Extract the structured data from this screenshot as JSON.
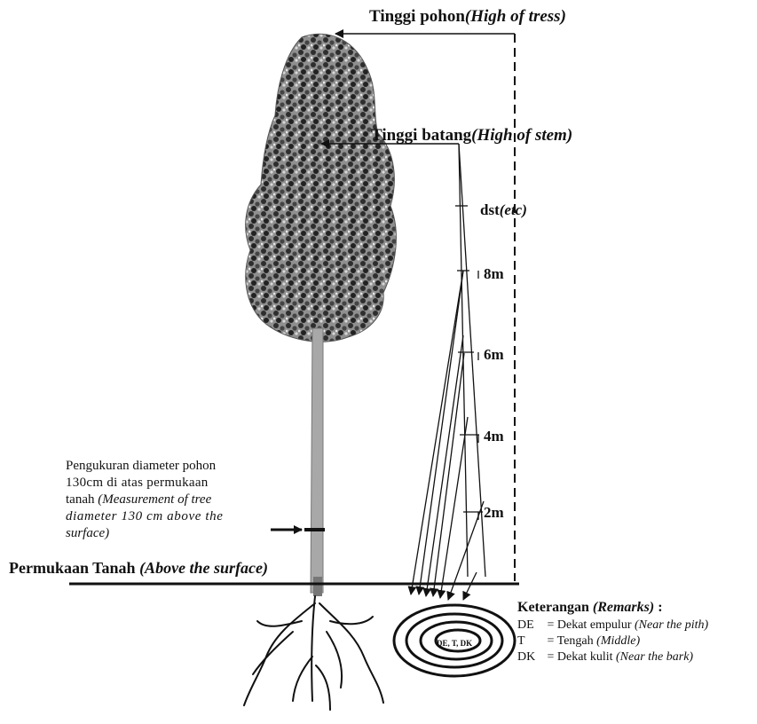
{
  "labels": {
    "tree_height": {
      "main": "Tinggi pohon",
      "en": "(High of  tress)"
    },
    "stem_height": {
      "main": "Tinggi batang",
      "en": "(High of stem)"
    },
    "etc": {
      "main": "dst",
      "en": "(etc)"
    },
    "marks": [
      "8m",
      "6m",
      "4m",
      "2m"
    ],
    "ground": {
      "main": "Permukaan Tanah ",
      "en": "(Above the surface)"
    },
    "measurement": {
      "line1": "Pengukuran diameter pohon",
      "line2": "130cm di atas permukaan",
      "line3_main": "tanah ",
      "line3_en": "(Measurement of tree",
      "line4": "diameter 130 cm above the",
      "line5": "surface)"
    },
    "ring_label": "DE, T, DK"
  },
  "remarks": {
    "title": "Keterangan ",
    "title_en": "(Remarks)",
    "title_suffix": " :",
    "items": [
      {
        "abbr": "DE",
        "text": " = Dekat empulur ",
        "en": "(Near  the pith)"
      },
      {
        "abbr": "T",
        "text": " = Tengah ",
        "en": "(Middle)"
      },
      {
        "abbr": "DK",
        "text": " = Dekat kulit ",
        "en": "(Near the bark)"
      }
    ]
  },
  "colors": {
    "ink": "#111111",
    "foliage_dark": "#2b2b2b",
    "foliage_mid": "#6a6a6a",
    "trunk": "#9a9a9a"
  }
}
